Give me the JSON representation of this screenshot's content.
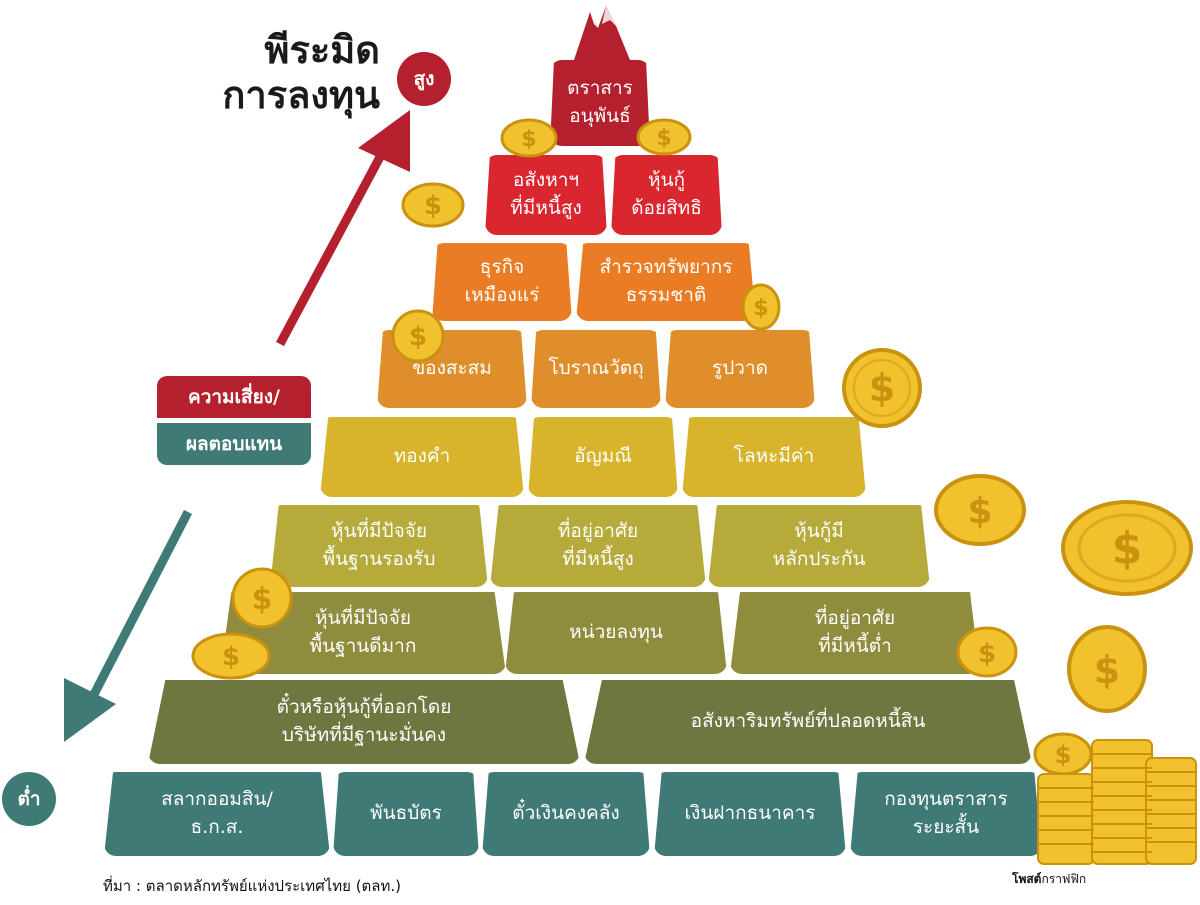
{
  "title": "พีระมิด\nการลงทุน",
  "high_label": "สูง",
  "low_label": "ต่ำ",
  "risk_label": "ความเสี่ยง/",
  "return_label": "ผลตอบแทน",
  "colors": {
    "red": "#b5202e",
    "bright_red": "#d9262f",
    "orange": "#ea7c25",
    "amber": "#e08e2c",
    "mustard": "#d8b32c",
    "olive_light": "#b5aa3a",
    "olive": "#8f8c3e",
    "olive_dark": "#6e773f",
    "teal": "#3f7a76",
    "coin": "#f2c12e"
  },
  "tiers": [
    {
      "blocks": [
        "ตราสาร\nอนุพันธ์"
      ]
    },
    {
      "blocks": [
        "อสังหาฯ\nที่มีหนี้สูง",
        "หุ้นกู้\nด้อยสิทธิ"
      ]
    },
    {
      "blocks": [
        "ธุรกิจ\nเหมืองแร่",
        "สำรวจทรัพยากร\nธรรมชาติ"
      ]
    },
    {
      "blocks": [
        "ของสะสม",
        "โบราณวัตถุ",
        "รูปวาด"
      ]
    },
    {
      "blocks": [
        "ทองคำ",
        "อัญมณี",
        "โลหะมีค่า"
      ]
    },
    {
      "blocks": [
        "หุ้นที่มีปัจจัย\nพื้นฐานรองรับ",
        "ที่อยู่อาศัย\nที่มีหนี้สูง",
        "หุ้นกู้มี\nหลักประกัน"
      ]
    },
    {
      "blocks": [
        "หุ้นที่มีปัจจัย\nพื้นฐานดีมาก",
        "หน่วยลงทุน",
        "ที่อยู่อาศัย\nที่มีหนี้ต่ำ"
      ]
    },
    {
      "blocks": [
        "ตั๋วหรือหุ้นกู้ที่ออกโดย\nบริษัทที่มีฐานะมั่นคง",
        "อสังหาริมทรัพย์ที่ปลอดหนี้สิน"
      ]
    },
    {
      "blocks": [
        "สลากออมสิน/\nธ.ก.ส.",
        "พันธบัตร",
        "ตั๋วเงินคงคลัง",
        "เงินฝากธนาคาร",
        "กองทุนตราสาร\nระยะสั้น"
      ]
    }
  ],
  "source": "ที่มา : ตลาดหลักทรัพย์แห่งประเทศไทย (ตลท.)",
  "credit_bold": "โพสต์",
  "credit_rest": "กราฟฟิก"
}
